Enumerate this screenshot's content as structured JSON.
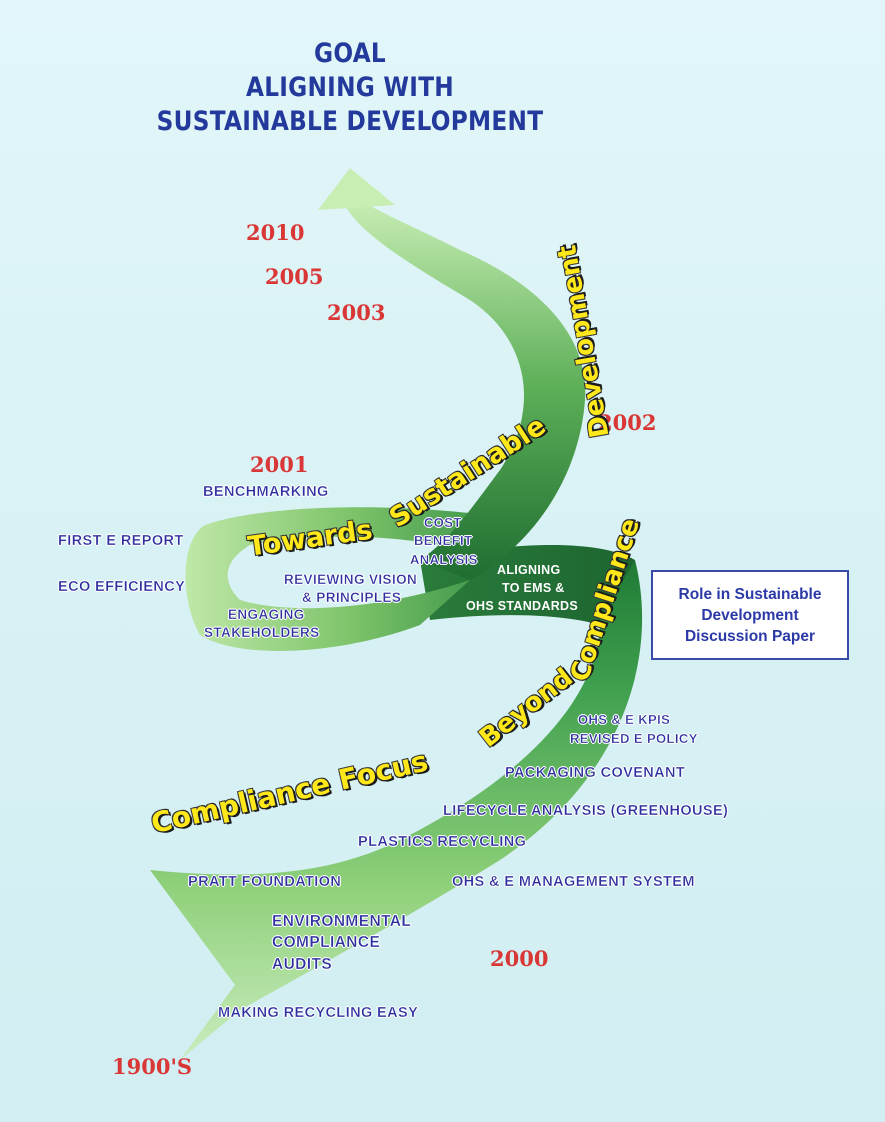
{
  "goal": {
    "line1": "GOAL",
    "line2": "ALIGNING WITH",
    "line3": "SUSTAINABLE DEVELOPMENT"
  },
  "years": {
    "y2010": "2010",
    "y2005": "2005",
    "y2003": "2003",
    "y2002": "2002",
    "y2001": "2001",
    "y2000": "2000",
    "y1900": "1900'S"
  },
  "phases": {
    "compliance_focus": "Compliance Focus",
    "beyond": "Beyond",
    "compliance": "Compliance",
    "towards": "Towards",
    "sustainable": "Sustainable",
    "development": "Development"
  },
  "items": {
    "benchmarking": "BENCHMARKING",
    "first_e_report": "FIRST E REPORT",
    "eco_efficiency": "ECO EFFICIENCY",
    "reviewing_vision_1": "REVIEWING VISION",
    "reviewing_vision_2": "& PRINCIPLES",
    "engaging_1": "ENGAGING",
    "engaging_2": "STAKEHOLDERS",
    "cost_1": "COST",
    "cost_2": "BENEFIT",
    "cost_3": "ANALYSIS",
    "aligning_1": "ALIGNING",
    "aligning_2": "TO EMS &",
    "aligning_3": "OHS STANDARDS",
    "ohs_kpis": "OHS & E KPIS",
    "revised_policy": "REVISED E POLICY",
    "packaging": "PACKAGING COVENANT",
    "lifecycle": "LIFECYCLE ANALYSIS (GREENHOUSE)",
    "plastics": "PLASTICS RECYCLING",
    "pratt": "PRATT FOUNDATION",
    "ohs_mgmt": "OHS & E MANAGEMENT SYSTEM",
    "env_1": "ENVIRONMENTAL",
    "env_2": "COMPLIANCE",
    "env_3": "AUDITS",
    "making_recycling": "MAKING RECYCLING EASY"
  },
  "role_box": "Role in Sustainable\nDevelopment\nDiscussion Paper",
  "colors": {
    "title_blue": "#233a9c",
    "year_red": "#d93636",
    "phase_yellow": "#ffe81a",
    "ribbon_green": "#2e8b45",
    "background": "#d8f1f4"
  }
}
